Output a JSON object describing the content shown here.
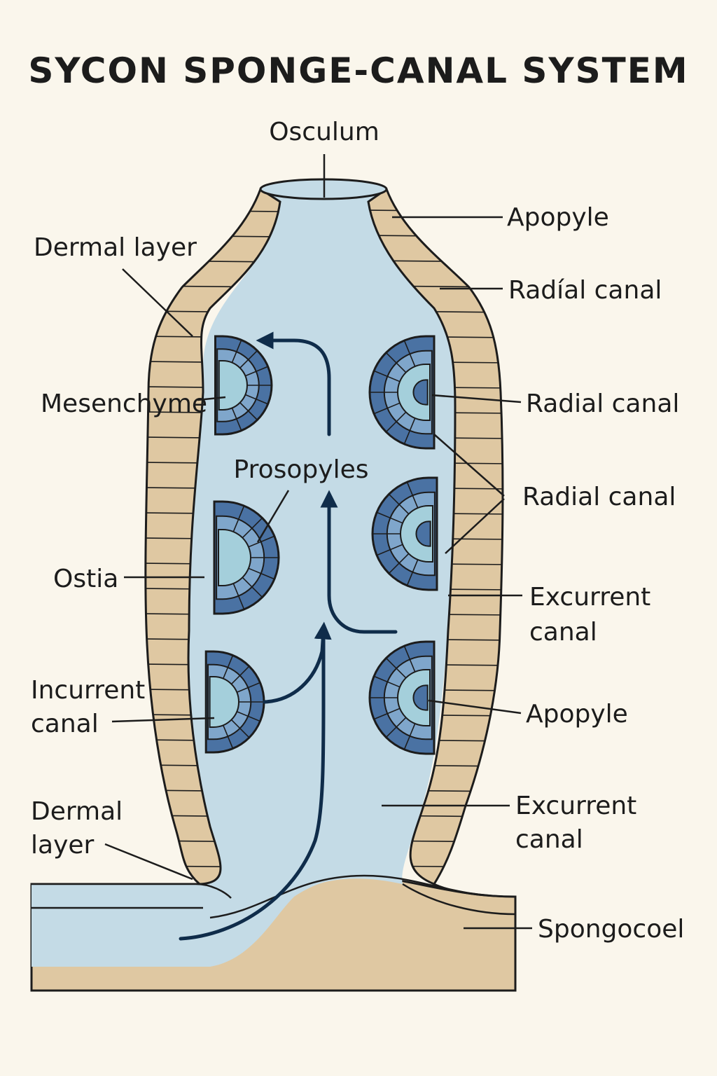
{
  "title": "SYCON SPONGE-CANAL SYSTEM",
  "colors": {
    "background": "#faf6ec",
    "wall": "#dfc8a2",
    "cavity": "#c4dbe6",
    "chamber_outer": "#4a72a3",
    "chamber_mid": "#7fa6cb",
    "chamber_inner": "#a4cfdb",
    "arrow": "#0f2c4a",
    "outline": "#1c1c1c"
  },
  "labels": {
    "osculum": "Osculum",
    "dermal_layer_top": "Dermal layer",
    "mesenchyme": "Mesenchyme",
    "prosopyles": "Prosopyles",
    "ostia": "Ostia",
    "incurrent_canal": [
      "Incurrent",
      "canal"
    ],
    "dermal_layer_bottom": [
      "Dermal",
      "layer"
    ],
    "apopyle_top": "Apopyle",
    "radial_canal_1": "Radíal canal",
    "radial_canal_2": "Radial canal",
    "radial_canal_3": "Radial canal",
    "excurrent_canal_1": [
      "Excurrent",
      "canal"
    ],
    "apopyle_bottom": "Apopyle",
    "excurrent_canal_2": [
      "Excurrent",
      "canal"
    ],
    "spongocoel": "Spongocoel"
  }
}
